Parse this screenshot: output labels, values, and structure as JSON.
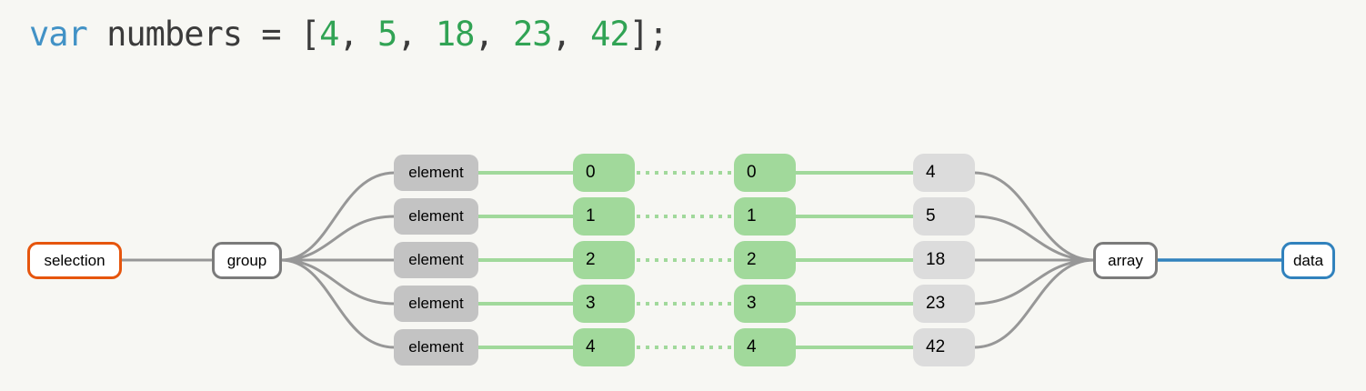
{
  "code": {
    "keyword": "var",
    "declaration": " numbers = [",
    "numbers": [
      "4",
      "5",
      "18",
      "23",
      "42"
    ],
    "separator": ", ",
    "end": "];"
  },
  "diagram": {
    "selection_label": "selection",
    "group_label": "group",
    "array_label": "array",
    "data_label": "data",
    "rows": [
      {
        "element": "element",
        "index": "0",
        "value": "4"
      },
      {
        "element": "element",
        "index": "1",
        "value": "5"
      },
      {
        "element": "element",
        "index": "2",
        "value": "18"
      },
      {
        "element": "element",
        "index": "3",
        "value": "23"
      },
      {
        "element": "element",
        "index": "4",
        "value": "42"
      }
    ]
  },
  "colors": {
    "background": "#f7f7f3",
    "selection_border": "#e6550d",
    "data_border": "#3182bd",
    "node_border_gray": "#7b7b7b",
    "element_fill": "#c3c3c3",
    "index_fill": "#a1d99b",
    "value_fill": "#dcdcdc",
    "link_gray": "#979797",
    "link_blue": "#3182bd",
    "code_keyword": "#4292c6",
    "code_number": "#31a354",
    "code_plain": "#3b3b3b"
  }
}
